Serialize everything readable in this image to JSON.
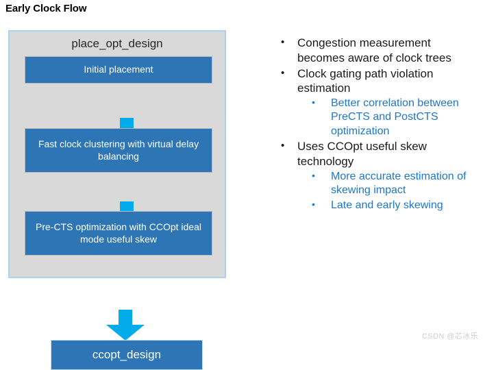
{
  "slide": {
    "title": "Early Clock Flow"
  },
  "flow": {
    "panel_label": "place_opt_design",
    "boxes": [
      {
        "label": "Initial placement"
      },
      {
        "label": "Fast clock clustering with virtual delay balancing"
      },
      {
        "label": "Pre-CTS optimization with CCOpt ideal mode useful skew"
      }
    ],
    "final_box": {
      "label": "ccopt_design"
    },
    "arrows": [
      {
        "name": "arrow-down-1"
      },
      {
        "name": "arrow-down-2"
      },
      {
        "name": "arrow-down-3"
      }
    ],
    "colors": {
      "panel_fill": "#d9d9d9",
      "panel_border": "#aed2ec",
      "box_fill": "#2e75b6",
      "box_text": "#ffffff",
      "arrow_fill": "#02acec"
    }
  },
  "bullets": {
    "marker": "•",
    "items": [
      {
        "level": 1,
        "text": "Congestion measurement becomes aware of  clock trees"
      },
      {
        "level": 1,
        "text": "Clock gating path violation estimation"
      },
      {
        "level": 2,
        "text": "Better correlation between PreCTS and PostCTS optimization"
      },
      {
        "level": 1,
        "text": "Uses CCOpt useful skew technology"
      },
      {
        "level": 2,
        "text": "More accurate estimation of skewing impact"
      },
      {
        "level": 2,
        "text": "Late and early skewing"
      }
    ],
    "colors": {
      "level1_text": "#1a1a1a",
      "level2_text": "#2077c8"
    }
  },
  "watermark": {
    "text": "CSDN @芯冰乐"
  }
}
